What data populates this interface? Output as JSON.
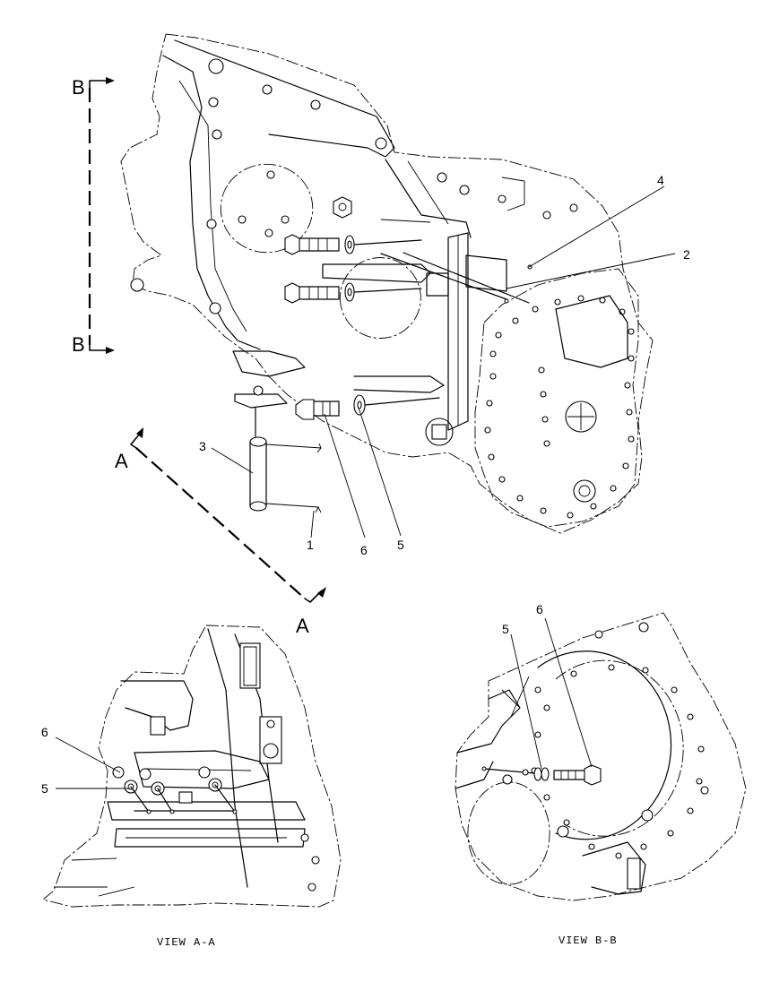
{
  "callouts": {
    "c1": "1",
    "c2": "2",
    "c3": "3",
    "c4": "4",
    "c5": "5",
    "c6": "6",
    "aa_c5": "5",
    "aa_c6": "6",
    "bb_c5": "5",
    "bb_c6": "6"
  },
  "section_markers": {
    "b_top": "B",
    "b_bottom": "B",
    "a_top": "A",
    "a_bottom": "A"
  },
  "captions": {
    "view_a": "VIEW A-A",
    "view_b": "VIEW B-B"
  }
}
